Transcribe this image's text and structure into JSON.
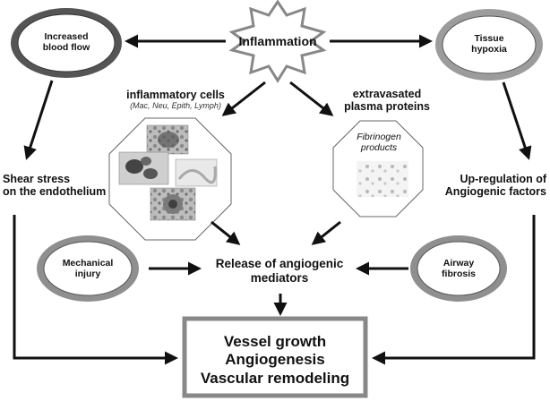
{
  "diagram": {
    "inflammation": "Inflammation",
    "increased_blood_flow": [
      "Increased",
      "blood flow"
    ],
    "tissue_hypoxia": [
      "Tissue",
      "hypoxia"
    ],
    "inflammatory_cells": "inflammatory cells",
    "inflammatory_cells_sub": "(Mac, Neu, Epith, Lymph)",
    "plasma_proteins": [
      "extravasated",
      "plasma proteins"
    ],
    "fibrinogen_products": [
      "Fibrinogen",
      "products"
    ],
    "shear_stress": [
      "Shear stress",
      "on the endothelium"
    ],
    "up_regulation": [
      "Up-regulation of",
      "Angiogenic factors"
    ],
    "mechanical_injury": [
      "Mechanical",
      "injury"
    ],
    "airway_fibrosis": [
      "Airway",
      "fibrosis"
    ],
    "release_mediators": [
      "Release of angiogenic",
      "mediators"
    ],
    "final_outcomes": [
      "Vessel growth",
      "Angiogenesis",
      "Vascular remodeling"
    ]
  },
  "colors": {
    "arrow": "#111111",
    "ellipse_fill": "#ffffff",
    "ellipse_dark_ring": "#555555",
    "ellipse_light_ring": "#999999",
    "star_fill": "#ffffff",
    "star_stroke": "#888888",
    "box_border": "#888888"
  }
}
